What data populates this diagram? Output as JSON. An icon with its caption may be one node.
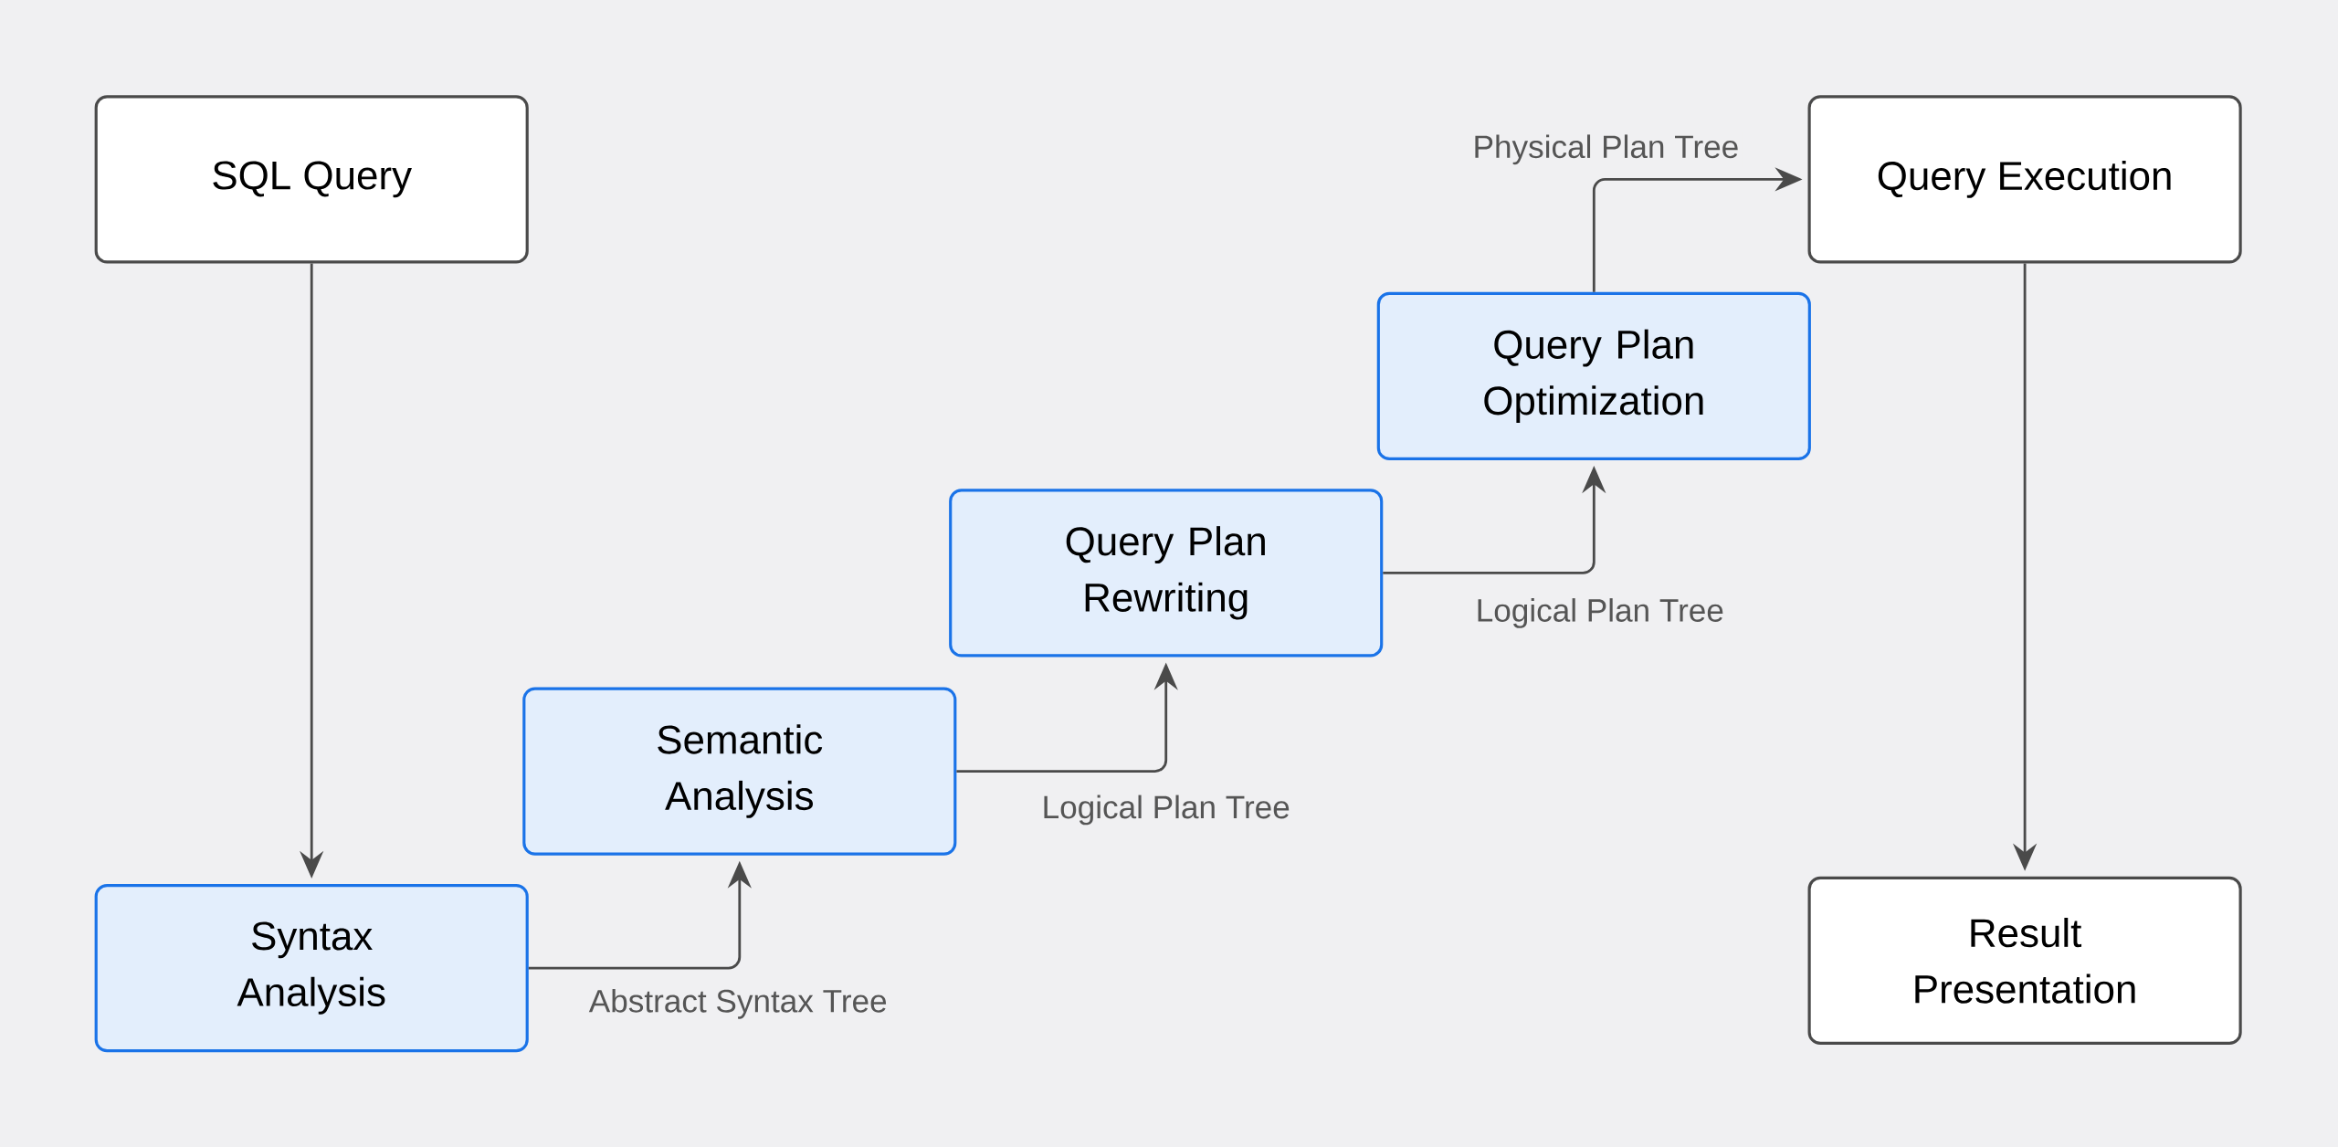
{
  "diagram": {
    "nodes": [
      {
        "text": [
          "SQL Query"
        ]
      },
      {
        "text": [
          "Syntax Analysis"
        ]
      },
      {
        "text": [
          "Semantic Analysis"
        ]
      },
      {
        "text": [
          "Query Plan Rewriting"
        ]
      },
      {
        "text": [
          "Query Plan Optimization"
        ]
      },
      {
        "text": [
          "Query Execution"
        ]
      },
      {
        "text": [
          "Result Presentation"
        ]
      }
    ],
    "edges": [
      {
        "from": 0,
        "to": 1,
        "arrow": "to"
      },
      {
        "from": 1,
        "to": 2,
        "arrow": "to",
        "label": "Abstract Syntax Tree"
      },
      {
        "from": 2,
        "to": 3,
        "arrow": "to",
        "label": "Logical Plan Tree"
      },
      {
        "from": 3,
        "to": 4,
        "arrow": "to",
        "label": "Logical Plan Tree"
      },
      {
        "from": 4,
        "to": 5,
        "arrow": "to",
        "label": "Physical Plan Tree"
      },
      {
        "from": 5,
        "to": 6,
        "arrow": "to"
      }
    ]
  }
}
